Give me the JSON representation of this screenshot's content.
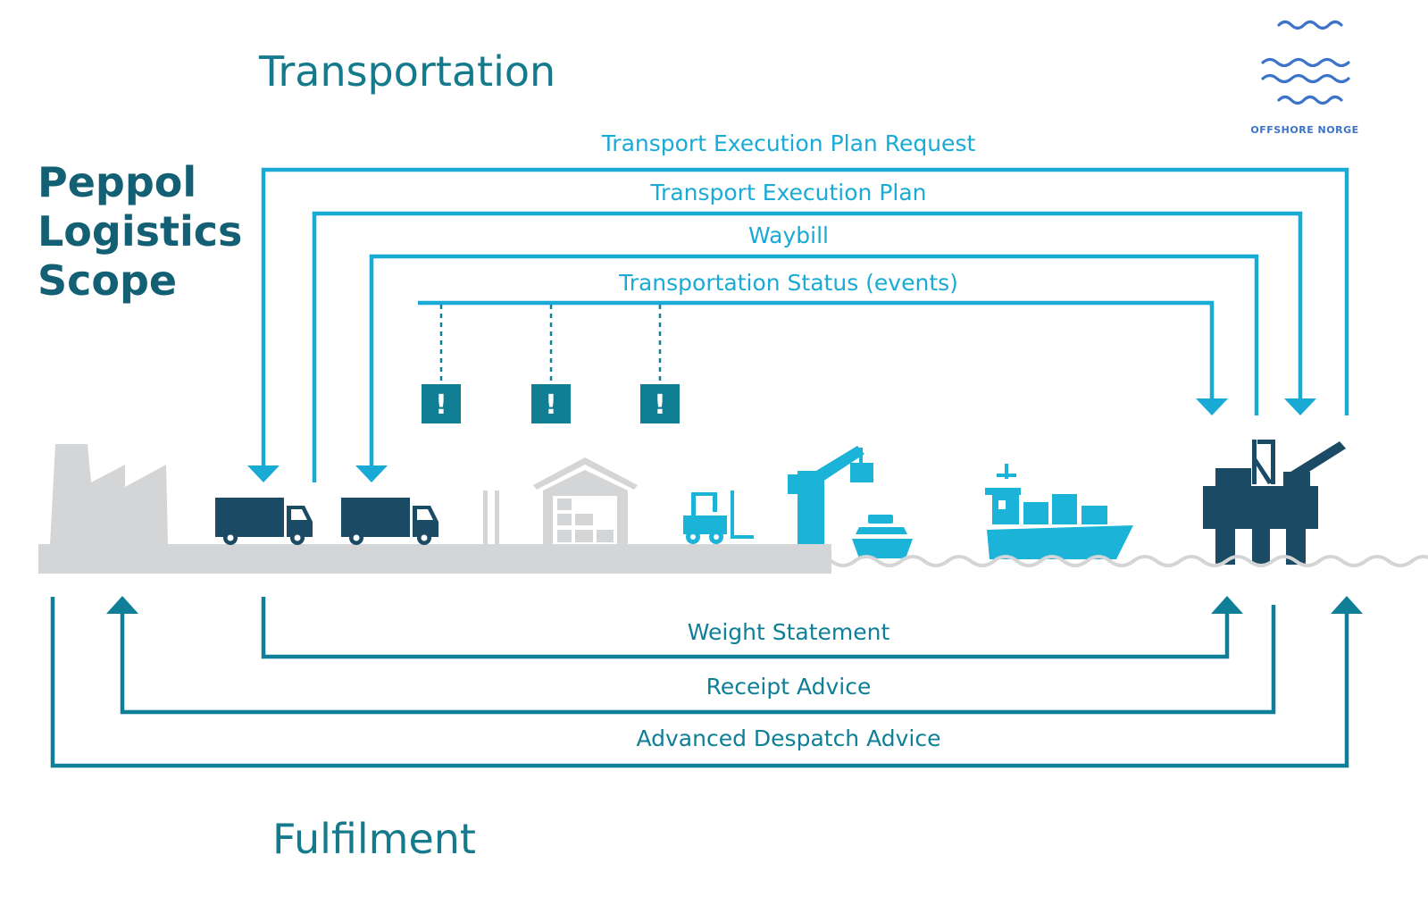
{
  "headings": {
    "transportation": "Transportation",
    "fulfilment": "Fulfilment",
    "scope_line1": "Peppol",
    "scope_line2": "Logistics",
    "scope_line3": "Scope"
  },
  "logo": {
    "text": "OFFSHORE NORGE",
    "color": "#3b73c8"
  },
  "colors": {
    "transport_flow": "#19aad6",
    "fulfilment_flow": "#0e7f97",
    "heading": "#147a8c",
    "scope_title": "#135f73",
    "dark_icon": "#1b4a64",
    "light_icon": "#1bb3d8",
    "ground": "#d4d5d6",
    "alert_box": "#117f93"
  },
  "transport_flows": {
    "request": "Transport Execution Plan Request",
    "plan": "Transport Execution Plan",
    "waybill": "Waybill",
    "status": "Transportation Status (events)"
  },
  "fulfilment_flows": {
    "weight": "Weight Statement",
    "receipt": "Receipt Advice",
    "despatch": "Advanced Despatch Advice"
  },
  "alert_symbol": "!",
  "icons": [
    "factory-icon",
    "truck-icon",
    "warehouse-icon",
    "forklift-icon",
    "crane-icon",
    "boat-icon",
    "container-ship-icon",
    "oil-platform-icon",
    "waves-icon"
  ]
}
